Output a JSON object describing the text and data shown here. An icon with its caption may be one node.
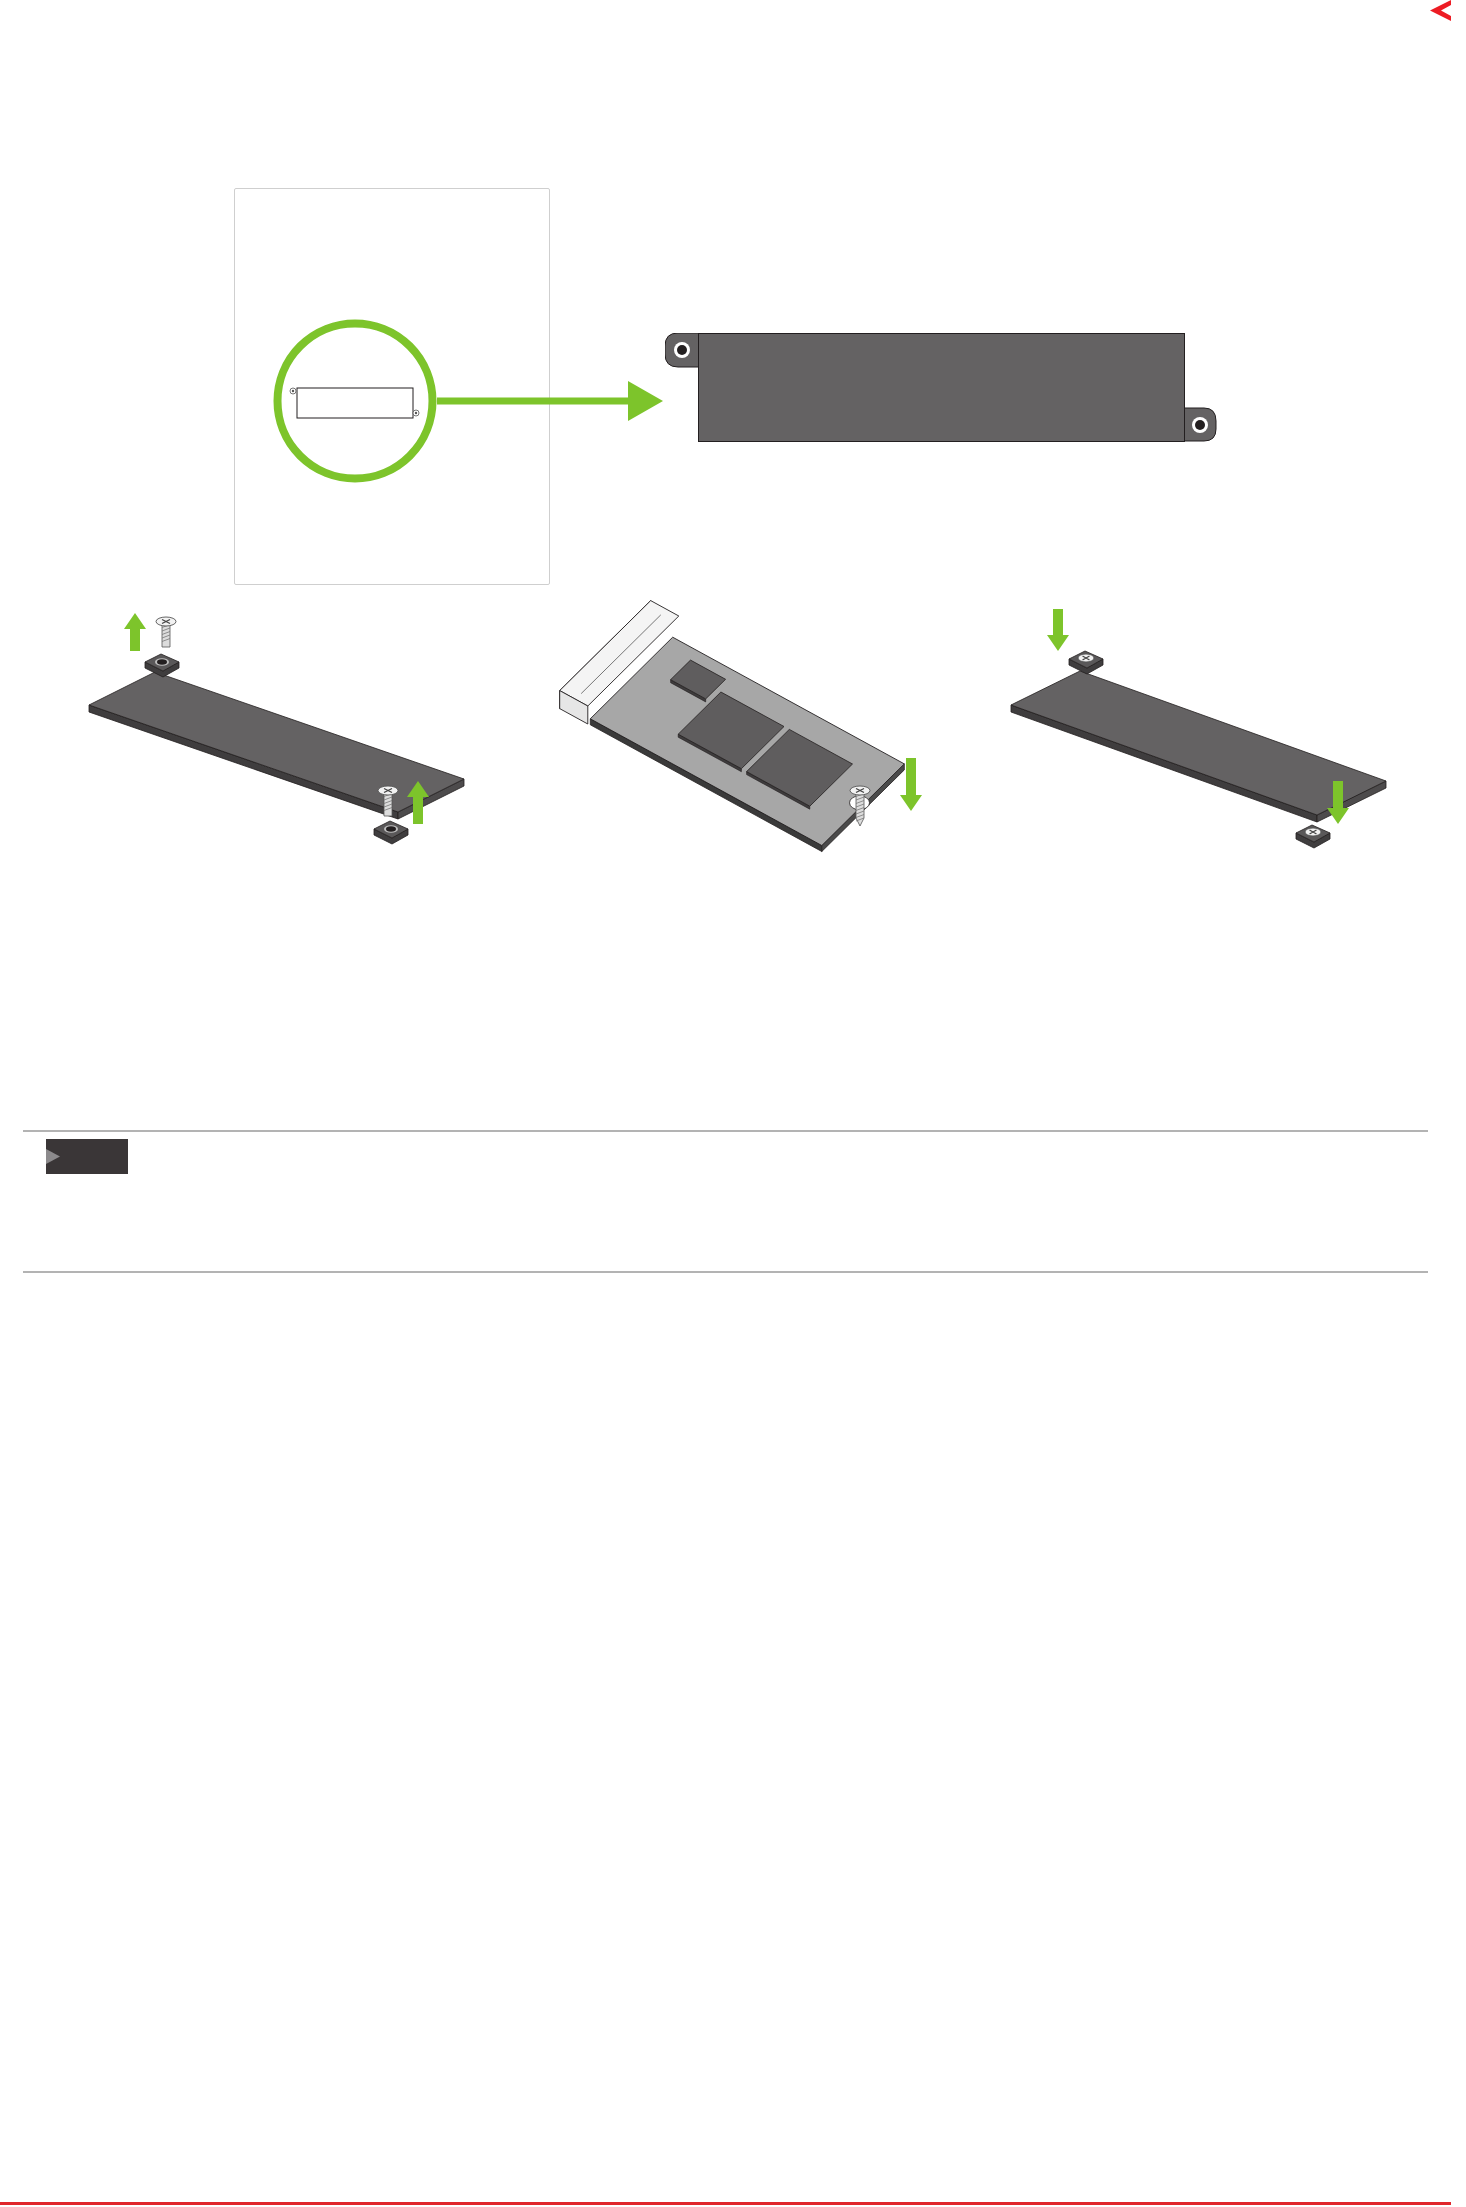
{
  "diagram": {
    "nodes": [
      {
        "text": [],
        "shape": "box"
      },
      {
        "text": [],
        "shape": "circle",
        "in": 0
      },
      {
        "text": [],
        "shape": "box"
      }
    ],
    "edges": [
      {
        "from": 1,
        "to": 2,
        "arrow": "to"
      }
    ]
  }
}
